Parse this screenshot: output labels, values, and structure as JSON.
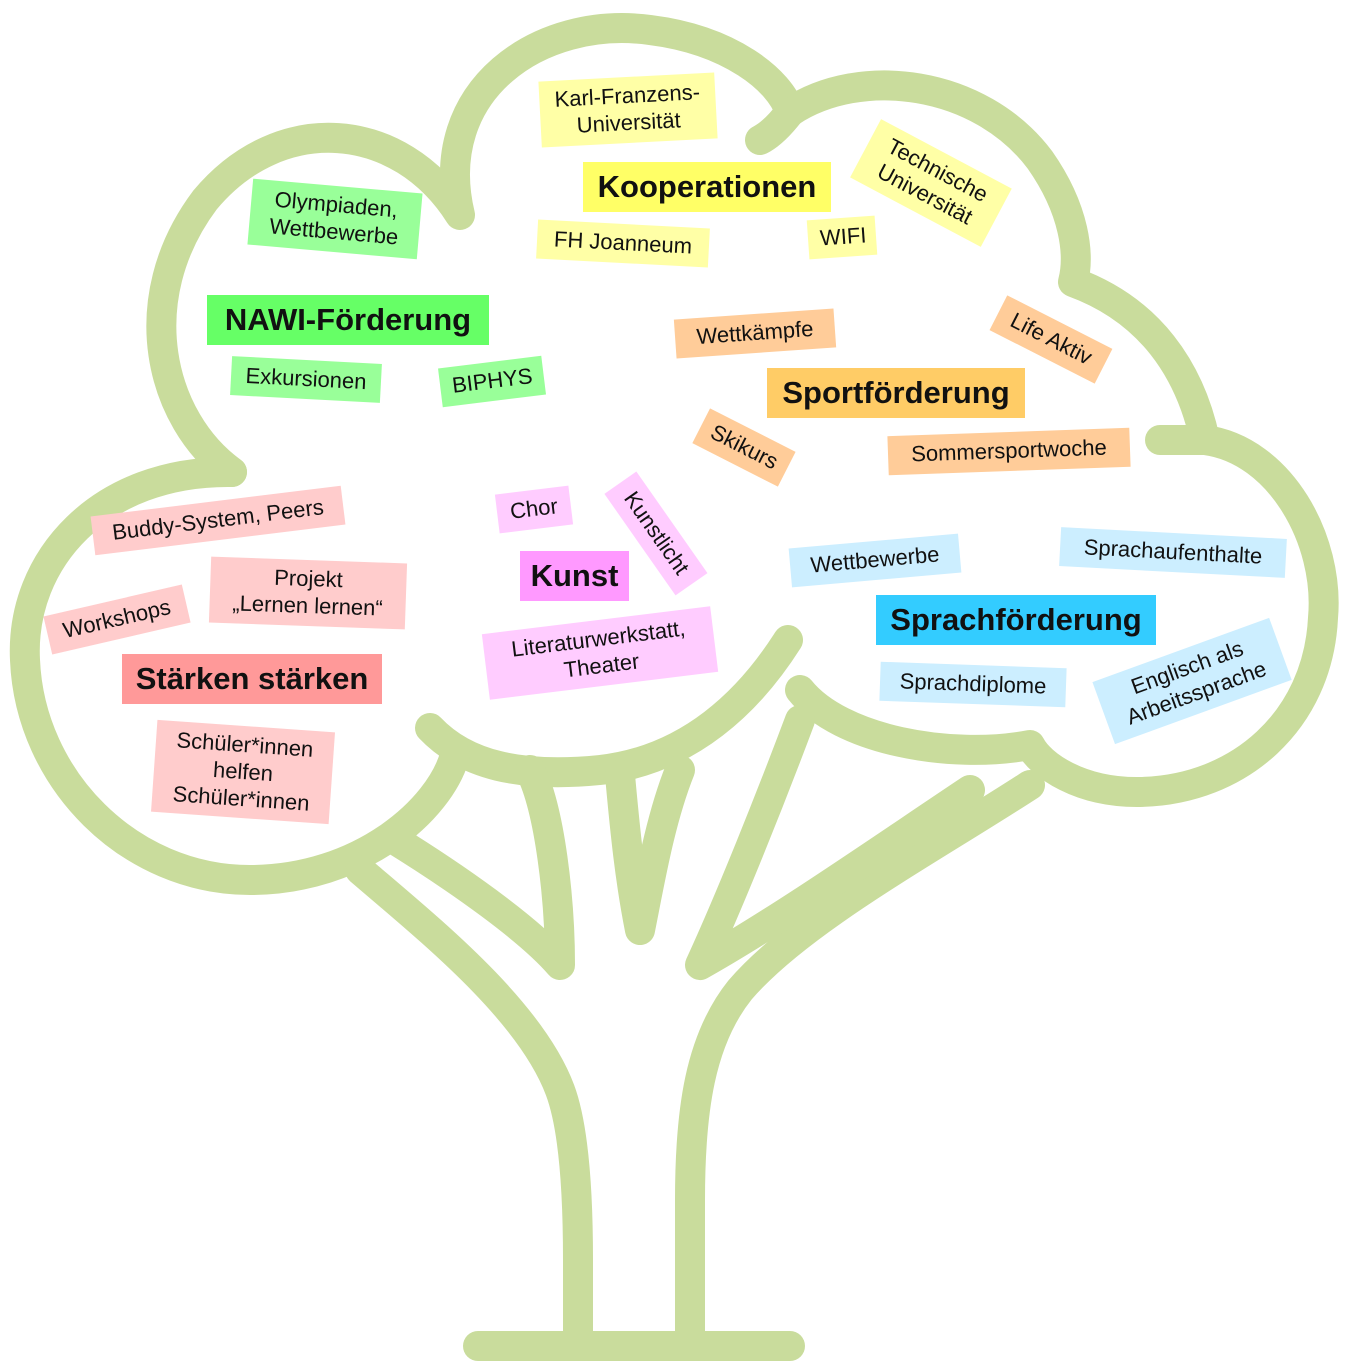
{
  "colors": {
    "tree": "#c9dc9c",
    "kooperationen": "#ffff66",
    "kooperationen_light": "#ffffa6",
    "nawi": "#66ff66",
    "nawi_light": "#99ff99",
    "sport": "#ffcc66",
    "sport_light": "#ffcc99",
    "kunst": "#ff99ff",
    "kunst_light": "#ffccff",
    "staerken": "#ff9999",
    "staerken_light": "#ffcccc",
    "sprache": "#33ccff",
    "sprache_light": "#cceeff"
  },
  "kooperationen": {
    "title": "Kooperationen",
    "items": [
      "Karl-Franzens-\nUniversität",
      "Technische\nUniversität",
      "FH Joanneum",
      "WIFI"
    ]
  },
  "nawi": {
    "title": "NAWI-Förderung",
    "items": [
      "Olympiaden,\nWettbewerbe",
      "Exkursionen",
      "BIPHYS"
    ]
  },
  "sport": {
    "title": "Sportförderung",
    "items": [
      "Wettkämpfe",
      "Life Aktiv",
      "Skikurs",
      "Sommersportwoche"
    ]
  },
  "kunst": {
    "title": "Kunst",
    "items": [
      "Chor",
      "Kunstlicht",
      "Literaturwerkstatt,\nTheater"
    ]
  },
  "staerken": {
    "title": "Stärken stärken",
    "items": [
      "Buddy-System, Peers",
      "Workshops",
      "Projekt\n„Lernen lernen“",
      "Schüler*innen\nhelfen\nSchüler*innen"
    ]
  },
  "sprache": {
    "title": "Sprachförderung",
    "items": [
      "Wettbewerbe",
      "Sprachaufenthalte",
      "Sprachdiplome",
      "Englisch als\nArbeitssprache"
    ]
  }
}
